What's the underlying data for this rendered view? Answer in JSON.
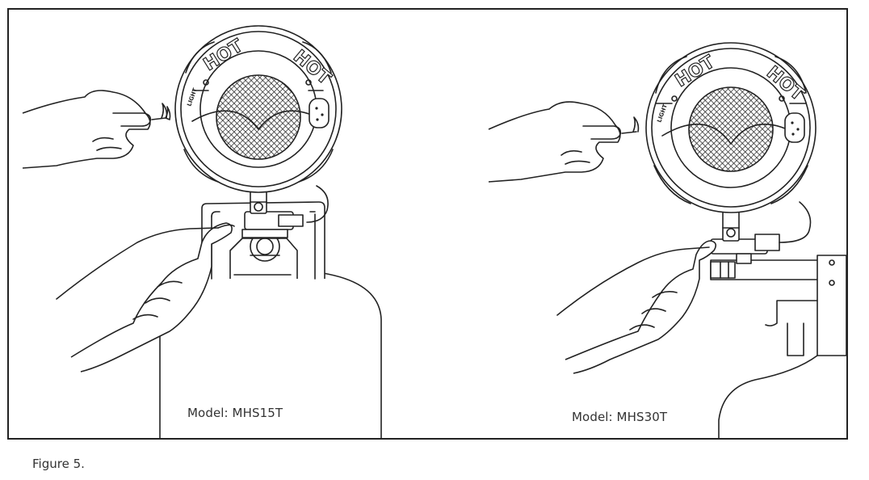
{
  "figure": {
    "caption": "Figure 5.",
    "left_panel": {
      "model_label": "Model: MHS15T",
      "emboss_left": "HOT",
      "emboss_right": "HOT",
      "side_text": "LIGHT"
    },
    "right_panel": {
      "model_label": "Model: MHS30T",
      "emboss_left": "HOT",
      "emboss_right": "HOT",
      "side_text": "LIGHT"
    },
    "icons": [
      "hand-icon",
      "match-flame-icon",
      "heater-head-icon",
      "propane-tank-icon",
      "valve-icon"
    ]
  }
}
